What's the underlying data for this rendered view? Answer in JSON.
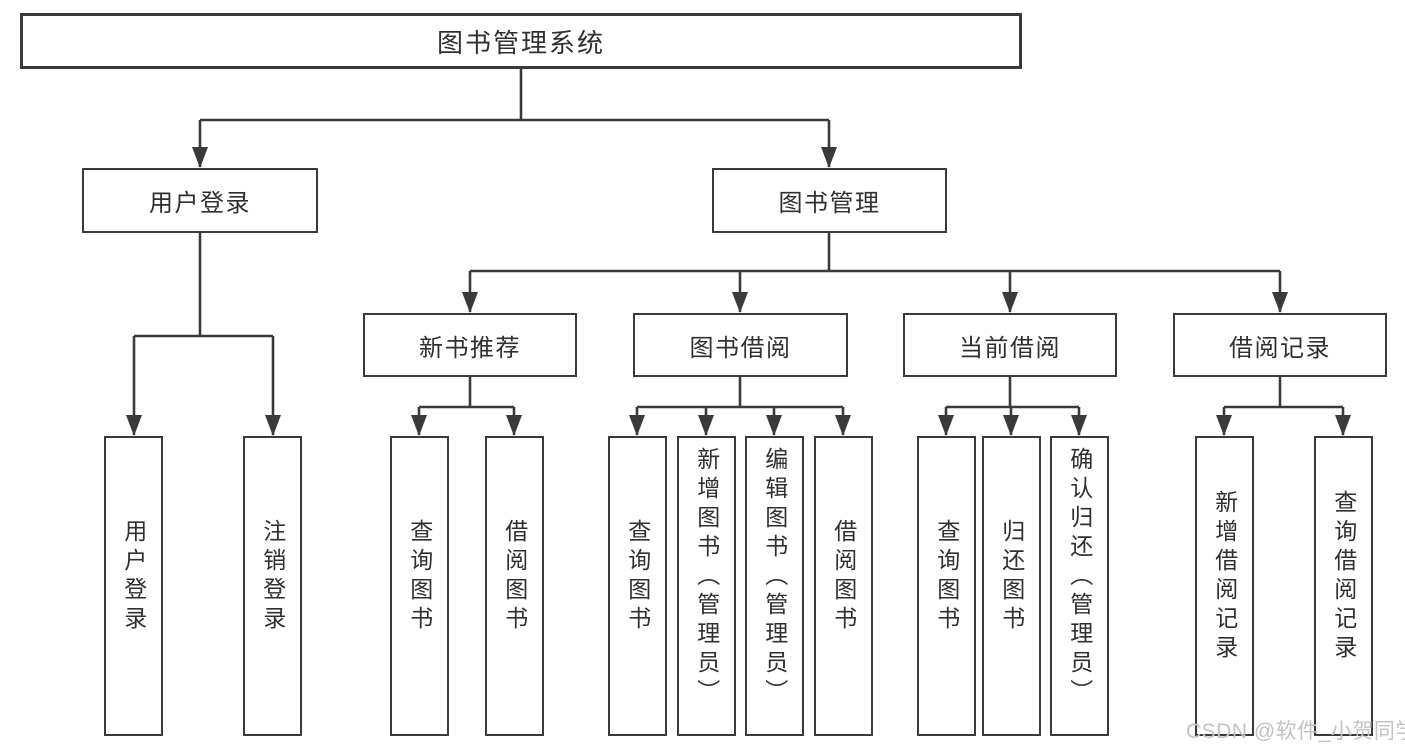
{
  "tree": {
    "root": {
      "label": "图书管理系统"
    },
    "branches": [
      {
        "label": "用户登录",
        "children": [
          {
            "label": "用户登录"
          },
          {
            "label": "注销登录"
          }
        ]
      },
      {
        "label": "图书管理",
        "groups": [
          {
            "label": "新书推荐",
            "children": [
              {
                "label": "查询图书"
              },
              {
                "label": "借阅图书"
              }
            ]
          },
          {
            "label": "图书借阅",
            "children": [
              {
                "label": "查询图书"
              },
              {
                "label": "新增图书（管理员）"
              },
              {
                "label": "编辑图书（管理员）"
              },
              {
                "label": "借阅图书"
              }
            ]
          },
          {
            "label": "当前借阅",
            "children": [
              {
                "label": "查询图书"
              },
              {
                "label": "归还图书"
              },
              {
                "label": "确认归还（管理员）"
              }
            ]
          },
          {
            "label": "借阅记录",
            "children": [
              {
                "label": "新增借阅记录"
              },
              {
                "label": "查询借阅记录"
              }
            ]
          }
        ]
      }
    ]
  },
  "watermark": {
    "text": "CSDN @软件_小贺同学"
  },
  "colors": {
    "line": "#3a3a3a",
    "text": "#303030",
    "watermark": "#c5c2c2",
    "background": "#ffffff"
  }
}
